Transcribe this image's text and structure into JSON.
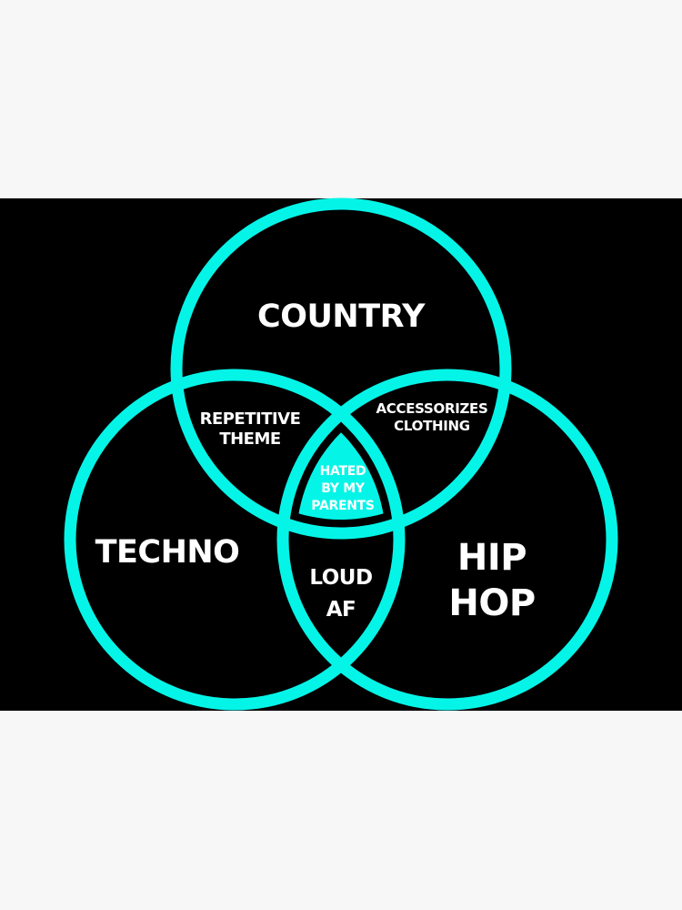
{
  "colors": {
    "page_background": "#f7f7f7",
    "panel_background": "#000000",
    "ring": "#04f5e8",
    "center_fill": "#04f5e8",
    "text": "#ffffff"
  },
  "diagram": {
    "type": "venn-3",
    "sets": [
      {
        "id": "country",
        "label": "COUNTRY"
      },
      {
        "id": "techno",
        "label": "TECHNO"
      },
      {
        "id": "hiphop",
        "label_lines": [
          "HIP",
          "HOP"
        ]
      }
    ],
    "overlaps": {
      "country_techno": {
        "label_lines": [
          "REPETITIVE",
          "THEME"
        ]
      },
      "country_hiphop": {
        "label_lines": [
          "ACCESSORIZES",
          "CLOTHING"
        ]
      },
      "techno_hiphop": {
        "label_lines": [
          "LOUD",
          "AF"
        ]
      },
      "all_three": {
        "label_lines": [
          "HATED",
          "BY MY",
          "PARENTS"
        ]
      }
    }
  }
}
